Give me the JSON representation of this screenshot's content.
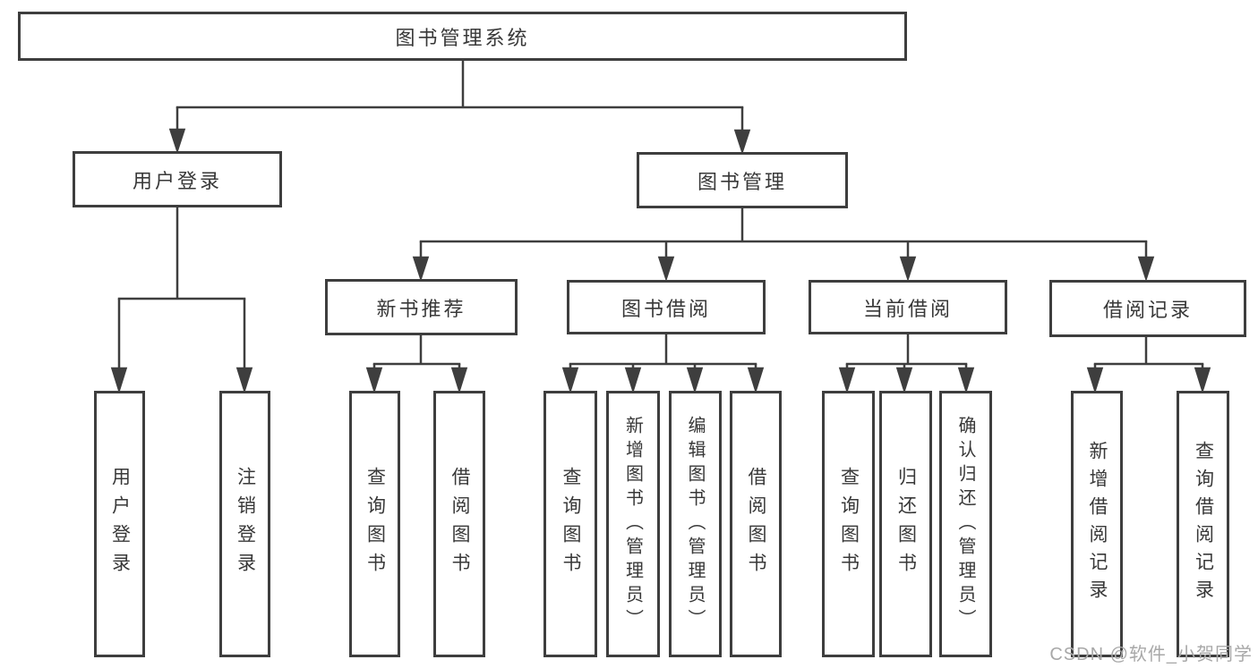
{
  "nodes": {
    "root": "图书管理系统",
    "user_login": "用户登录",
    "book_mgmt": "图书管理",
    "new_book_rec": "新书推荐",
    "book_borrow": "图书借阅",
    "current_borrow": "当前借阅",
    "borrow_records": "借阅记录",
    "user_login_children": [
      "用户登录",
      "注销登录"
    ],
    "new_book_rec_children": [
      "查询图书",
      "借阅图书"
    ],
    "book_borrow_children": [
      "查询图书",
      "新增图书（管理员）",
      "编辑图书（管理员）",
      "借阅图书"
    ],
    "current_borrow_children": [
      "查询图书",
      "归还图书",
      "确认归还（管理员）"
    ],
    "borrow_records_children": [
      "新增借阅记录",
      "查询借阅记录"
    ]
  },
  "colors": {
    "line": "#3e3e3e",
    "text": "#383838",
    "background": "#ffffff",
    "watermark": "#a8a8a8"
  },
  "watermark": "CSDN @软件_小贺同学"
}
